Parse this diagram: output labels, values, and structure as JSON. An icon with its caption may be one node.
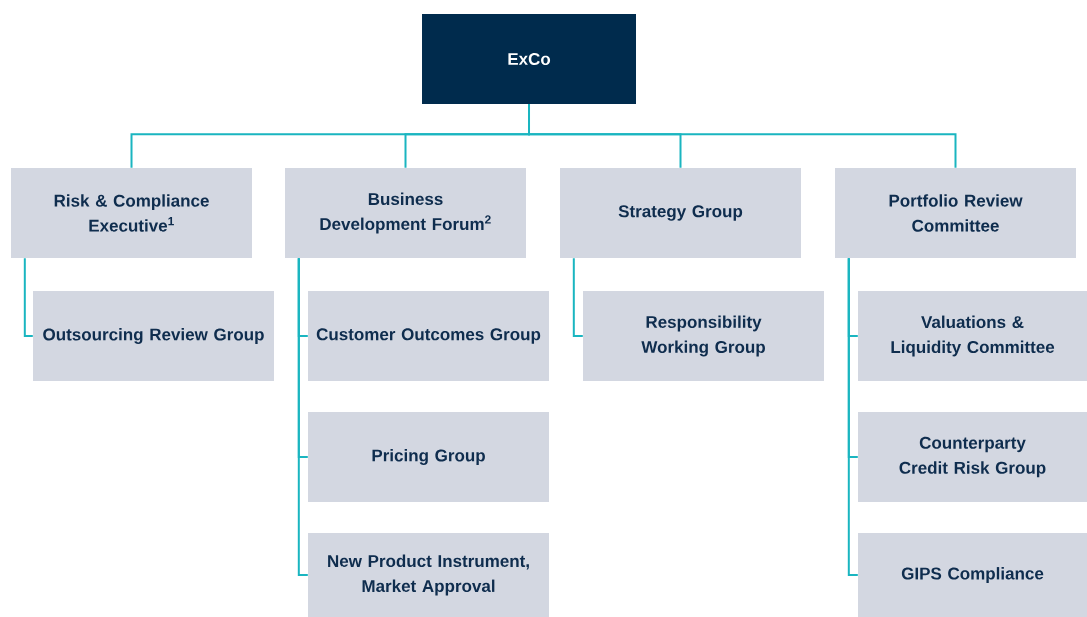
{
  "diagram": {
    "nodes": [
      {
        "text": [
          "ExCo"
        ]
      },
      {
        "text": [
          "Risk & Compliance Executive$^{1}$"
        ]
      },
      {
        "text": [
          "Business Development Forum$^{2}$"
        ]
      },
      {
        "text": [
          "Strategy Group"
        ]
      },
      {
        "text": [
          "Portfolio Review Committee"
        ]
      },
      {
        "text": [
          "Outsourcing Review Group"
        ]
      },
      {
        "text": [
          "Customer Outcomes Group"
        ]
      },
      {
        "text": [
          "Pricing Group"
        ]
      },
      {
        "text": [
          "New Product Instrument, Market Approval"
        ]
      },
      {
        "text": [
          "Responsibility Working Group"
        ]
      },
      {
        "text": [
          "Valuations & Liquidity Committee"
        ]
      },
      {
        "text": [
          "Counterparty Credit Risk Group"
        ]
      },
      {
        "text": [
          "GIPS Compliance"
        ]
      }
    ],
    "edges": [
      {
        "from": 0,
        "to": 1,
        "arrow": "none"
      },
      {
        "from": 0,
        "to": 2,
        "arrow": "none"
      },
      {
        "from": 0,
        "to": 3,
        "arrow": "none"
      },
      {
        "from": 0,
        "to": 4,
        "arrow": "none"
      },
      {
        "from": 1,
        "to": 5,
        "arrow": "none"
      },
      {
        "from": 2,
        "to": 6,
        "arrow": "none"
      },
      {
        "from": 2,
        "to": 7,
        "arrow": "none"
      },
      {
        "from": 2,
        "to": 8,
        "arrow": "none"
      },
      {
        "from": 3,
        "to": 9,
        "arrow": "none"
      },
      {
        "from": 4,
        "to": 10,
        "arrow": "none"
      },
      {
        "from": 4,
        "to": 11,
        "arrow": "none"
      },
      {
        "from": 4,
        "to": 12,
        "arrow": "none"
      }
    ]
  }
}
